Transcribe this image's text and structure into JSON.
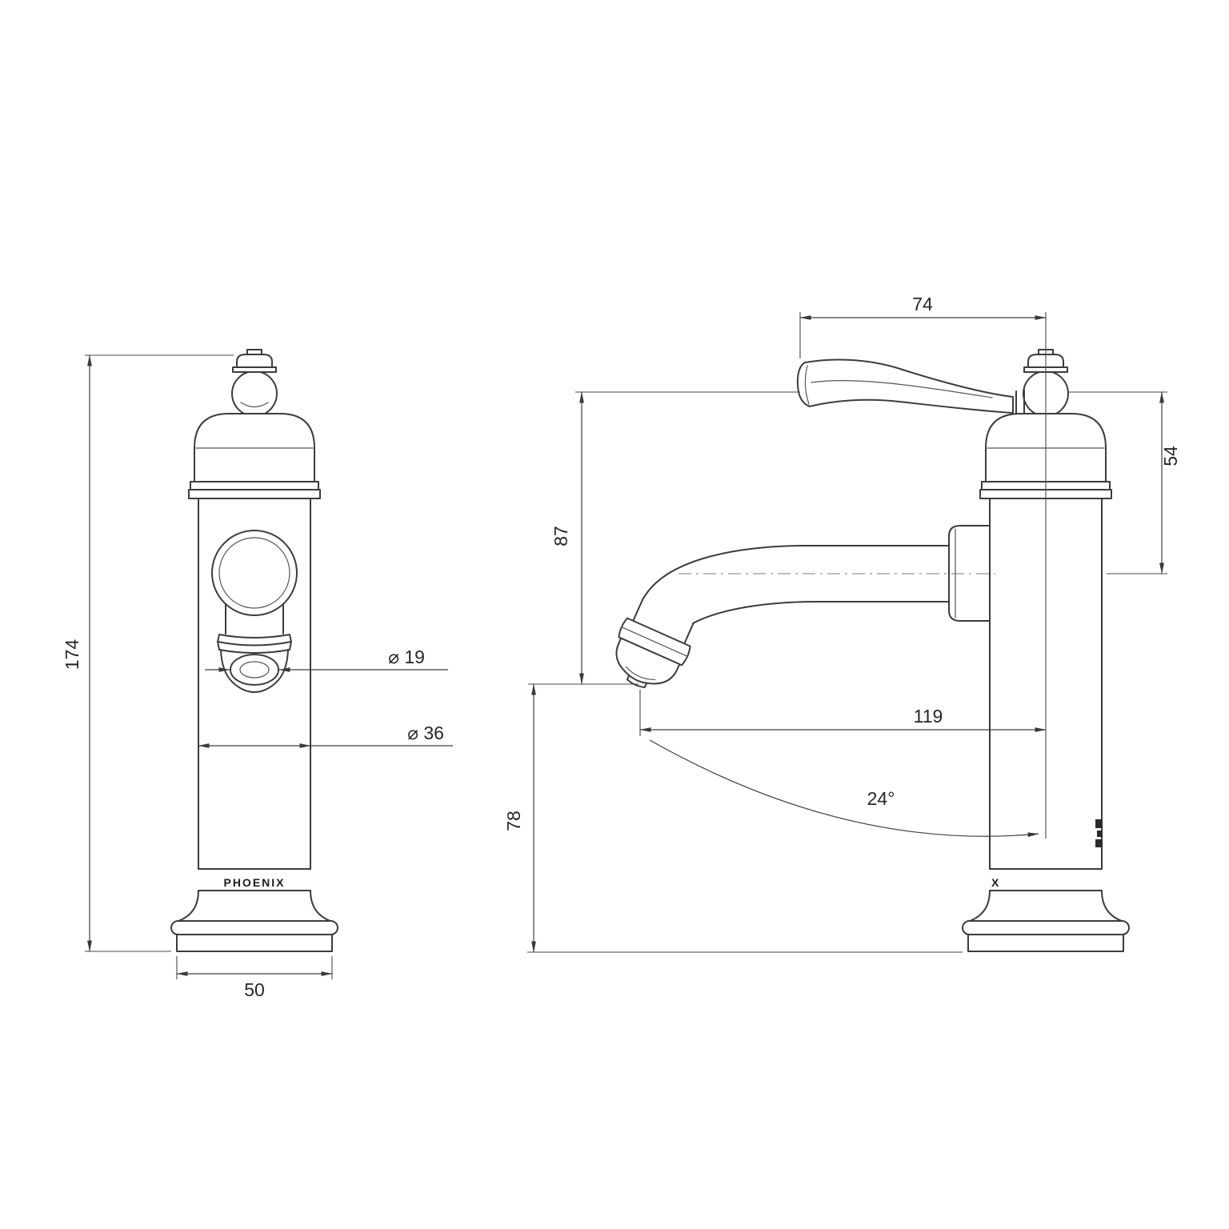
{
  "front_view": {
    "brand": "PHOENIX",
    "dims": {
      "overall_height": "174",
      "base_width": "50",
      "aerator_diameter": "⌀ 19",
      "body_diameter": "⌀ 36"
    }
  },
  "side_view": {
    "brand_fragment": "X",
    "dims": {
      "handle_reach": "74",
      "handle_drop": "54",
      "spout_rise": "87",
      "outlet_clearance": "78",
      "spout_reach": "119",
      "spout_angle": "24°"
    }
  },
  "colors": {
    "line": "#3c3c3c",
    "dimension_line": "#3f3f3f",
    "background": "#ffffff"
  }
}
